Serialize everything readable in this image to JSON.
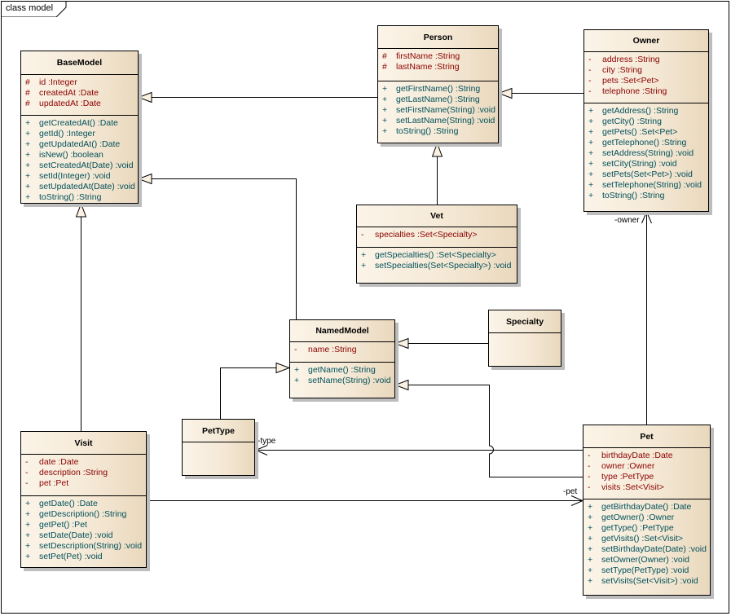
{
  "frame": {
    "label": "class model"
  },
  "colors": {
    "attribute": "#8b0000",
    "operation": "#00505a",
    "class_fill": "#f5e9d6",
    "shadow": "#bdbdbd"
  },
  "classes": {
    "basemodel": {
      "name": "BaseModel",
      "attributes": [
        {
          "vis": "#",
          "text": "id  :Integer"
        },
        {
          "vis": "#",
          "text": "createdAt  :Date"
        },
        {
          "vis": "#",
          "text": "updatedAt  :Date"
        }
      ],
      "operations": [
        {
          "vis": "+",
          "text": "getCreatedAt()  :Date"
        },
        {
          "vis": "+",
          "text": "getId()  :Integer"
        },
        {
          "vis": "+",
          "text": "getUpdatedAt()  :Date"
        },
        {
          "vis": "+",
          "text": "isNew()  :boolean"
        },
        {
          "vis": "+",
          "text": "setCreatedAt(Date)  :void"
        },
        {
          "vis": "+",
          "text": "setId(Integer)  :void"
        },
        {
          "vis": "+",
          "text": "setUpdatedAt(Date)  :void"
        },
        {
          "vis": "+",
          "text": "toString()  :String"
        }
      ]
    },
    "person": {
      "name": "Person",
      "attributes": [
        {
          "vis": "#",
          "text": "firstName  :String"
        },
        {
          "vis": "#",
          "text": "lastName  :String"
        }
      ],
      "operations": [
        {
          "vis": "+",
          "text": "getFirstName()  :String"
        },
        {
          "vis": "+",
          "text": "getLastName()  :String"
        },
        {
          "vis": "+",
          "text": "setFirstName(String)  :void"
        },
        {
          "vis": "+",
          "text": "setLastName(String)  :void"
        },
        {
          "vis": "+",
          "text": "toString()  :String"
        }
      ]
    },
    "owner": {
      "name": "Owner",
      "attributes": [
        {
          "vis": "-",
          "text": "address  :String"
        },
        {
          "vis": "-",
          "text": "city  :String"
        },
        {
          "vis": "-",
          "text": "pets  :Set<Pet>"
        },
        {
          "vis": "-",
          "text": "telephone  :String"
        }
      ],
      "operations": [
        {
          "vis": "+",
          "text": "getAddress()  :String"
        },
        {
          "vis": "+",
          "text": "getCity()  :String"
        },
        {
          "vis": "+",
          "text": "getPets()  :Set<Pet>"
        },
        {
          "vis": "+",
          "text": "getTelephone()  :String"
        },
        {
          "vis": "+",
          "text": "setAddress(String)  :void"
        },
        {
          "vis": "+",
          "text": "setCity(String)  :void"
        },
        {
          "vis": "+",
          "text": "setPets(Set<Pet>)  :void"
        },
        {
          "vis": "+",
          "text": "setTelephone(String)  :void"
        },
        {
          "vis": "+",
          "text": "toString()  :String"
        }
      ]
    },
    "vet": {
      "name": "Vet",
      "attributes": [
        {
          "vis": "-",
          "text": "specialties  :Set<Specialty>"
        }
      ],
      "operations": [
        {
          "vis": "+",
          "text": "getSpecialties()  :Set<Specialty>"
        },
        {
          "vis": "+",
          "text": "setSpecialties(Set<Specialty>)  :void"
        }
      ]
    },
    "namedmodel": {
      "name": "NamedModel",
      "attributes": [
        {
          "vis": "-",
          "text": "name  :String"
        }
      ],
      "operations": [
        {
          "vis": "+",
          "text": "getName()  :String"
        },
        {
          "vis": "+",
          "text": "setName(String)  :void"
        }
      ]
    },
    "specialty": {
      "name": "Specialty"
    },
    "pettype": {
      "name": "PetType"
    },
    "visit": {
      "name": "Visit",
      "attributes": [
        {
          "vis": "-",
          "text": "date  :Date"
        },
        {
          "vis": "-",
          "text": "description  :String"
        },
        {
          "vis": "-",
          "text": "pet  :Pet"
        }
      ],
      "operations": [
        {
          "vis": "+",
          "text": "getDate()  :Date"
        },
        {
          "vis": "+",
          "text": "getDescription()  :String"
        },
        {
          "vis": "+",
          "text": "getPet()  :Pet"
        },
        {
          "vis": "+",
          "text": "setDate(Date)  :void"
        },
        {
          "vis": "+",
          "text": "setDescription(String)  :void"
        },
        {
          "vis": "+",
          "text": "setPet(Pet)  :void"
        }
      ]
    },
    "pet": {
      "name": "Pet",
      "attributes": [
        {
          "vis": "-",
          "text": "birthdayDate  :Date"
        },
        {
          "vis": "-",
          "text": "owner  :Owner"
        },
        {
          "vis": "-",
          "text": "type  :PetType"
        },
        {
          "vis": "-",
          "text": "visits  :Set<Visit>"
        }
      ],
      "operations": [
        {
          "vis": "+",
          "text": "getBirthdayDate()  :Date"
        },
        {
          "vis": "+",
          "text": "getOwner()  :Owner"
        },
        {
          "vis": "+",
          "text": "getType()  :PetType"
        },
        {
          "vis": "+",
          "text": "getVisits()  :Set<Visit>"
        },
        {
          "vis": "+",
          "text": "setBirthdayDate(Date)  :void"
        },
        {
          "vis": "+",
          "text": "setOwner(Owner)  :void"
        },
        {
          "vis": "+",
          "text": "setType(PetType)  :void"
        },
        {
          "vis": "+",
          "text": "setVisits(Set<Visit>)  :void"
        }
      ]
    }
  },
  "roles": {
    "owner": "-owner",
    "type": "-type",
    "pet": "-pet"
  }
}
